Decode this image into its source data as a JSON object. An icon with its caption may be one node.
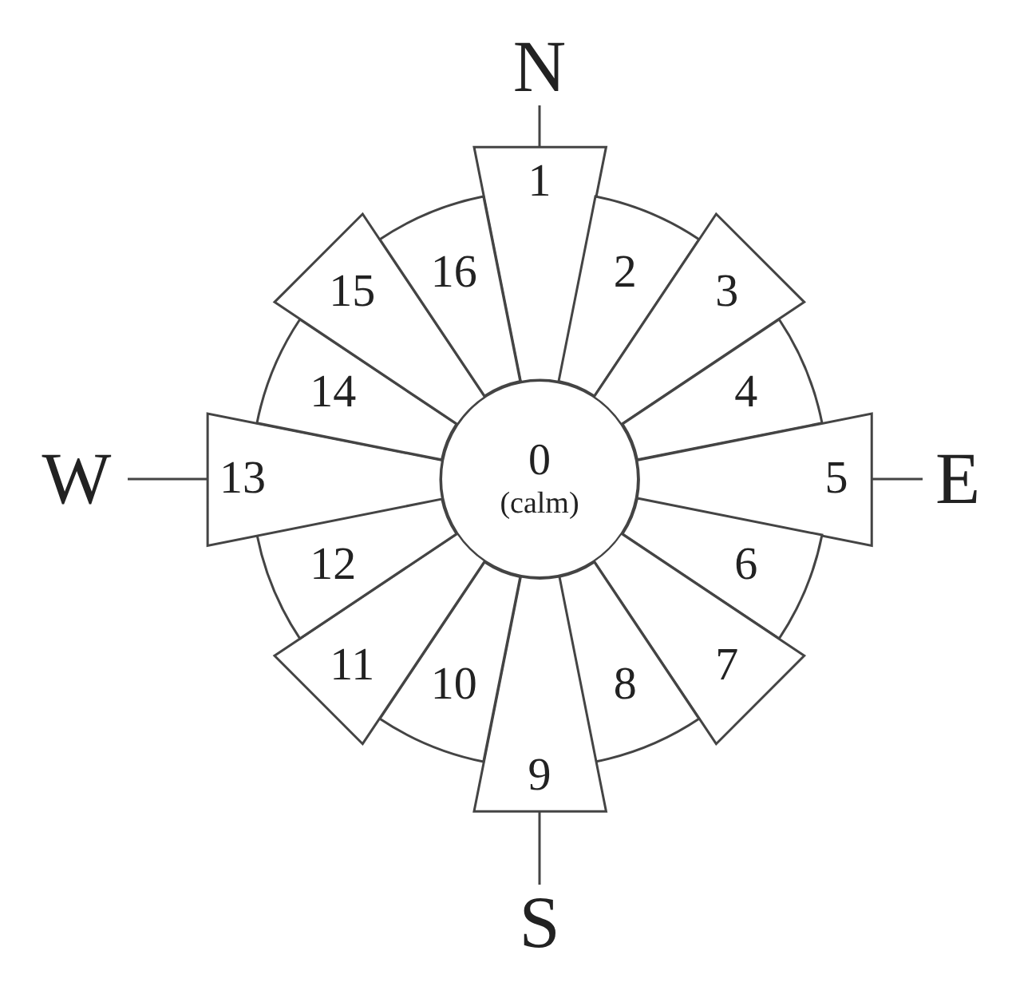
{
  "diagram": {
    "nodes": [
      {
        "text": [
          "N"
        ]
      },
      {
        "text": [
          "0",
          "(calm)"
        ]
      },
      {
        "text": [
          "1"
        ]
      },
      {
        "text": [
          "2"
        ]
      },
      {
        "text": [
          "3"
        ]
      },
      {
        "text": [
          "4"
        ]
      },
      {
        "text": [
          "5"
        ]
      },
      {
        "text": [
          "6"
        ]
      },
      {
        "text": [
          "7"
        ]
      },
      {
        "text": [
          "8"
        ]
      },
      {
        "text": [
          "9"
        ]
      },
      {
        "text": [
          "10"
        ]
      },
      {
        "text": [
          "11"
        ]
      },
      {
        "text": [
          "12"
        ]
      },
      {
        "text": [
          "13"
        ]
      },
      {
        "text": [
          "14"
        ]
      },
      {
        "text": [
          "15"
        ]
      },
      {
        "text": [
          "16"
        ]
      },
      {
        "text": [
          "W"
        ]
      },
      {
        "text": [
          "E"
        ]
      },
      {
        "text": [
          "S"
        ]
      }
    ],
    "edges": [
      {
        "from": 0,
        "to": 2,
        "arrow": "none"
      },
      {
        "from": 18,
        "to": 14,
        "arrow": "none"
      },
      {
        "from": 19,
        "to": 6,
        "arrow": "none"
      },
      {
        "from": 20,
        "to": 10,
        "arrow": "none"
      }
    ]
  }
}
